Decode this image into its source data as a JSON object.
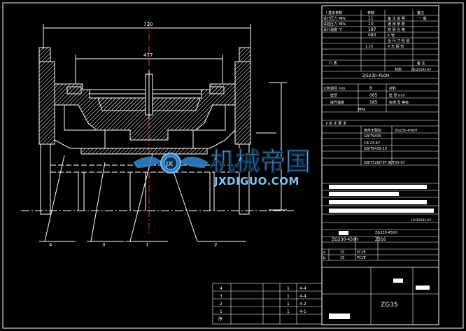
{
  "drawing": {
    "dims": {
      "overall_width": "730",
      "inner_width": "477"
    },
    "balloons": [
      "4",
      "3",
      "1",
      "2"
    ]
  },
  "spec_table": {
    "header": {
      "col1": "Ⅰ 基本参数",
      "col2": "参数",
      "col3": "备注"
    },
    "rows": [
      {
        "label": "设计压力 MPa",
        "value": "11",
        "note1": "备 注 说 明",
        "note2": "一 般"
      },
      {
        "label": "试验压力 MPa",
        "value": "10",
        "note1": "通 用 参 数",
        "note2": ""
      },
      {
        "label": "设计温度 ℃",
        "value": "187",
        "note1": "检 验 合 格",
        "note2": ""
      },
      {
        "label": "",
        "value": "083",
        "note1": "K 管",
        "note2": ""
      },
      {
        "label": "",
        "value": "",
        "note1": "全 尺 寸 检 验",
        "note2": ""
      },
      {
        "label": "",
        "value": "1.25",
        "note1": "X 光 探 伤",
        "note2": ""
      }
    ],
    "subheader": {
      "a": "介 质",
      "b": "备 注"
    },
    "code_row": {
      "a": "ZG230-450H",
      "b": "材料",
      "c": "HG20592-97"
    },
    "mid_rows": [
      {
        "label": "公称通径 mm",
        "value": "8",
        "note": "材料"
      },
      {
        "label": "壁厚",
        "value": "065",
        "note": "壁 厚 mm"
      },
      {
        "label": "操作温度",
        "value": "185",
        "note": "标准 及 等级"
      }
    ],
    "pressure_label": "MPa",
    "section2_title": "Ⅱ 技 术 要 求",
    "requirement_rows": [
      {
        "a": "铸件无裂纹",
        "b": "ZG230-450H"
      },
      {
        "a": "",
        "b": "GB/T9439"
      },
      {
        "a": "",
        "b": "CB 23-97"
      },
      {
        "a": "",
        "b": "GB/T9439-10"
      },
      {
        "a": "",
        "b": "GB/T3280-97  JB/T20-97"
      }
    ],
    "standard_note": "HG20592-97",
    "part_code": "ZG230-450H",
    "part_code2": "ZG230-450H",
    "part_ref": "Z316",
    "revisions": [
      {
        "mark": "a",
        "count": "15",
        "ref": "PCI/E"
      },
      {
        "mark": "b",
        "count": "15",
        "ref": "PCI/E"
      }
    ]
  },
  "bom": {
    "rows": [
      {
        "no": "4",
        "name": "",
        "qty": "1",
        "ref": "4-4"
      },
      {
        "no": "3",
        "name": "",
        "qty": "1",
        "ref": "4-4"
      },
      {
        "no": "2",
        "name": "",
        "qty": "1",
        "ref": "4-2"
      },
      {
        "no": "1",
        "name": "",
        "qty": "1",
        "ref": "4-1"
      },
      {
        "no": "序",
        "name": "",
        "qty": "",
        "ref": ""
      }
    ],
    "title_material": "ZG35"
  },
  "watermark": {
    "cn": "机械帝国",
    "en": "JXDIGUO.COM",
    "badge": "JX",
    "color_primary": "#2f7fc9",
    "color_light": "#7cc3f2"
  },
  "colors": {
    "background": "#000000",
    "line": "#ffffff",
    "accent_red": "#e03030"
  }
}
